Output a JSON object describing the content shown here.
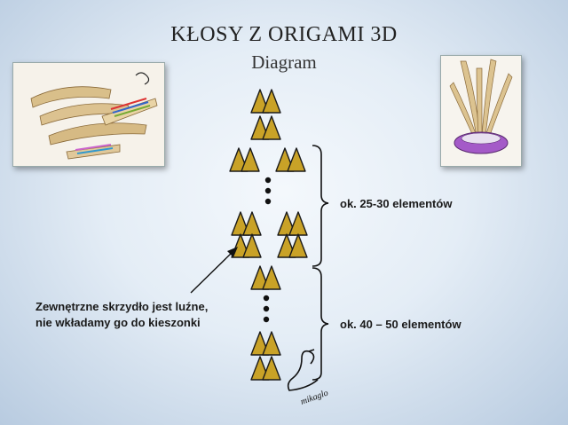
{
  "title": "KŁOSY Z ORIGAMI 3D",
  "subtitle": "Diagram",
  "labels": {
    "upper_count": "ok. 25-30 elementów",
    "lower_count": "ok. 40 – 50 elementów",
    "note_line1": "Zewnętrzne skrzydło jest luźne,",
    "note_line2": "nie wkładamy go do kieszonki"
  },
  "signature": "mikaglo",
  "colors": {
    "triangle_fill": "#c9a227",
    "triangle_stroke": "#1a1a1a",
    "text": "#1a1a1a"
  },
  "icons": {
    "photo_left": "origami-ears-photo",
    "photo_right": "origami-vase-photo",
    "signature": "swan-signature-icon"
  }
}
